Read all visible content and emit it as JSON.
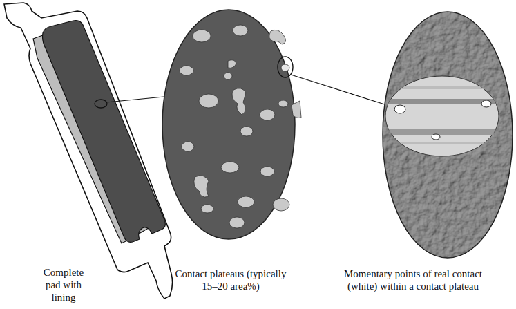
{
  "diagram": {
    "labels": [
      "Complete pad with lining",
      "Contact plateaus (typically 15–20 area%)",
      "Momentary points of real contact (white) within a contact plateau"
    ]
  }
}
